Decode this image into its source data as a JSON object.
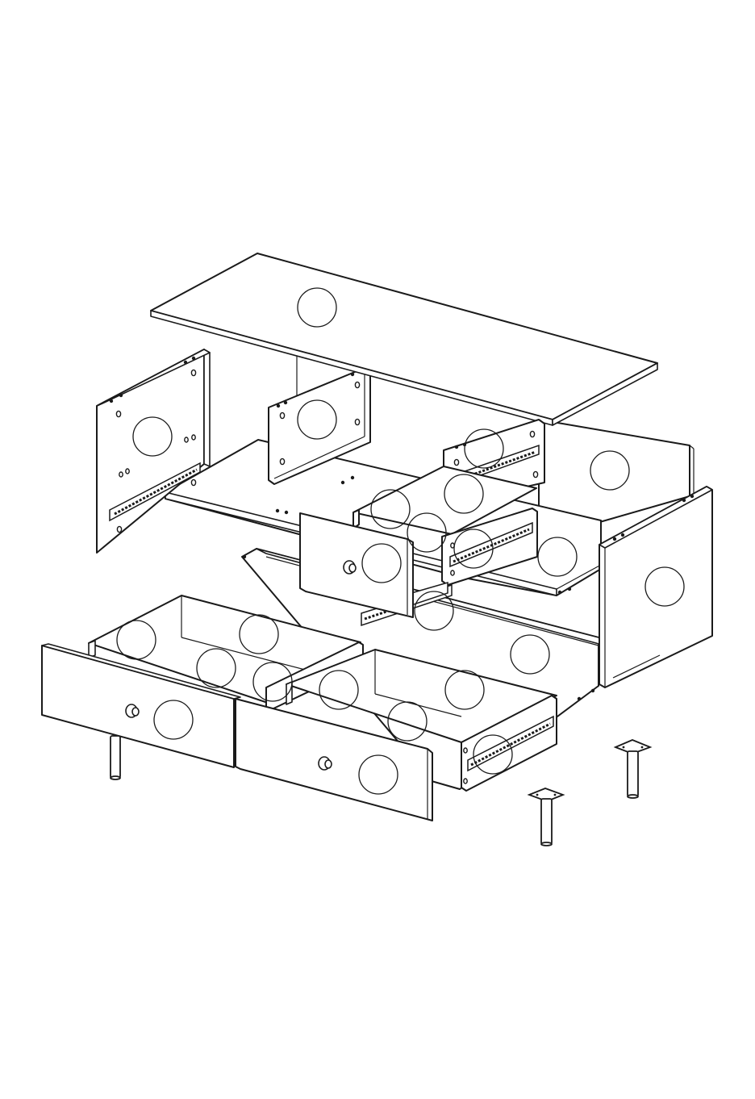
{
  "diagram": {
    "kind": "exploded furniture assembly drawing",
    "callout_count": 26,
    "parts": [
      "top-panel",
      "left-side-panel",
      "center-divider-panel",
      "right-side-panel",
      "back-panel",
      "middle-shelf",
      "bottom-panel",
      "small-drawer",
      "large-drawer-left",
      "large-drawer-right",
      "front-leg-left",
      "leg-with-plate-front",
      "leg-with-plate-back",
      "drawer-slide-rails"
    ],
    "colors": {
      "line": "#1a1a1a",
      "background": "#ffffff"
    }
  }
}
